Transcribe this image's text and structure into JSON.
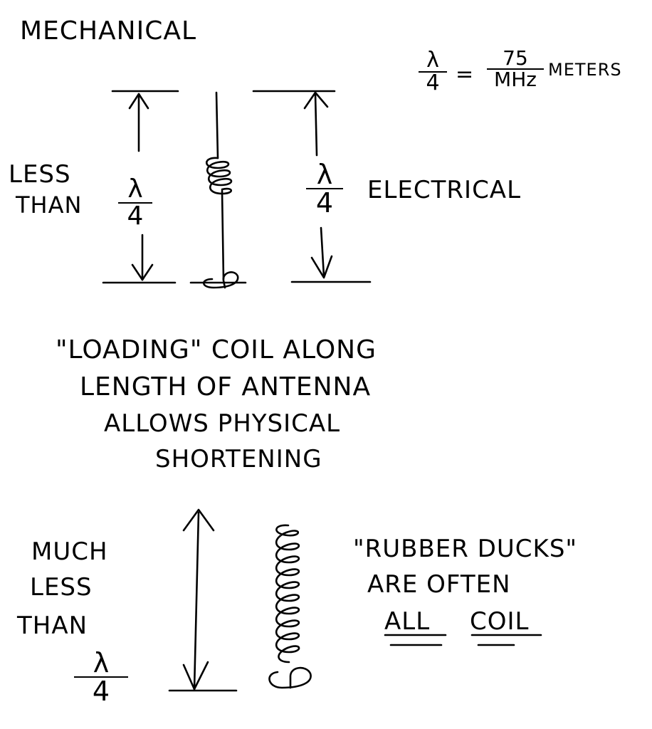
{
  "diagram": {
    "top_left_label": "MECHANICAL",
    "formula": {
      "lhs_numerator": "λ",
      "lhs_denominator": "4",
      "equals": "=",
      "rhs_numerator": "75",
      "rhs_denominator": "MHz",
      "units": "METERS"
    },
    "left_label_line1": "LESS",
    "left_label_line2": "THAN",
    "quarter_wave_mechanical": {
      "numerator": "λ",
      "denominator": "4"
    },
    "quarter_wave_electrical": {
      "numerator": "λ",
      "denominator": "4"
    },
    "right_label": "ELECTRICAL",
    "caption_lines": [
      "\"LOADING\" COIL ALONG",
      "LENGTH OF ANTENNA",
      "ALLOWS PHYSICAL",
      "SHORTENING"
    ],
    "bottom_left_label_lines": [
      "MUCH",
      "LESS",
      "THAN"
    ],
    "bottom_fraction": {
      "numerator": "λ",
      "denominator": "4"
    },
    "rubber_duck_note_lines": [
      "\"RUBBER DUCKS\"",
      "ARE OFTEN"
    ],
    "all_word": "ALL",
    "coil_word": "COIL"
  }
}
